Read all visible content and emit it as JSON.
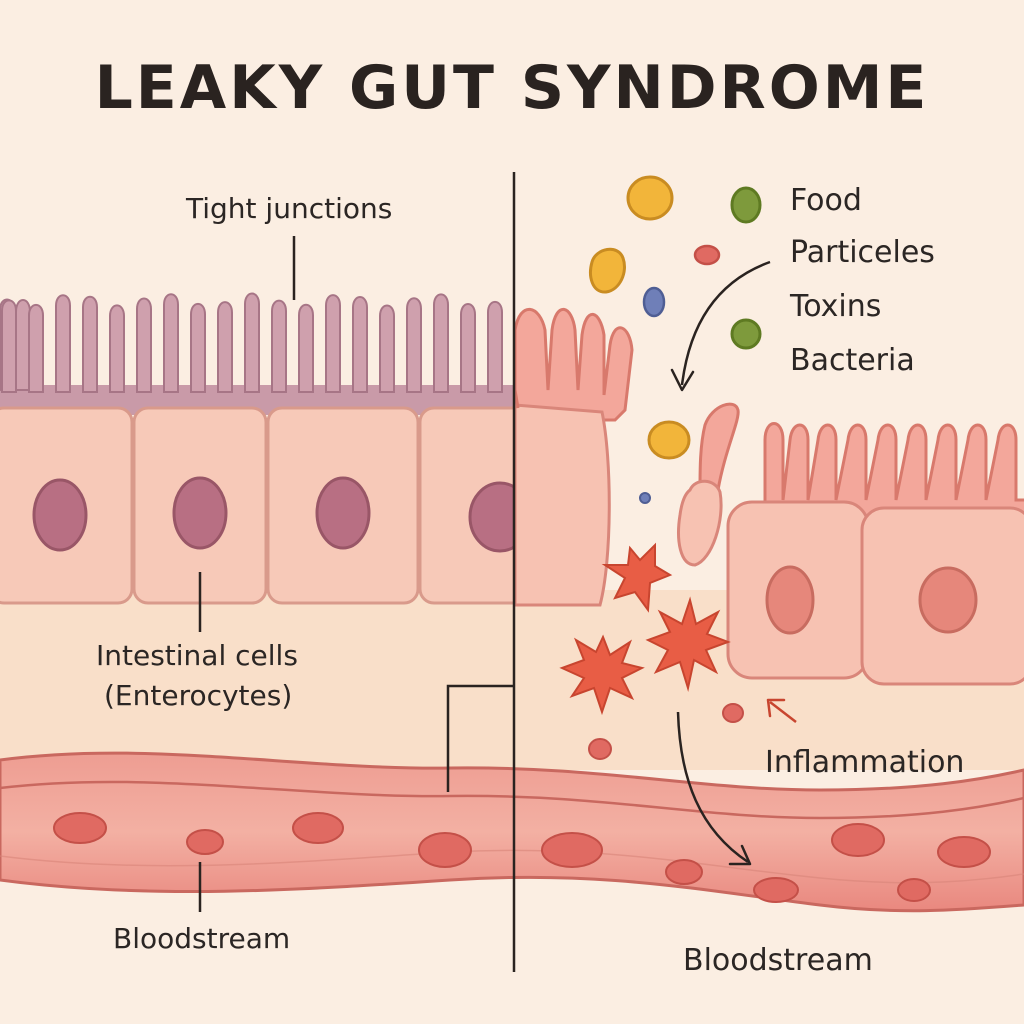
{
  "title": "LEAKY GUT SYNDROME",
  "healthy_side": {
    "tight_junctions_label": "Tight junctions",
    "cells_label_line1": "Intestinal cells",
    "cells_label_line2": "(Enterocytes)",
    "bloodstream_label": "Bloodstream"
  },
  "leaky_side": {
    "legend": [
      "Food",
      "Particeles",
      "Toxins",
      "Bacteria"
    ],
    "inflammation_label": "Inflammation",
    "bloodstream_label": "Bloodstream"
  },
  "colors": {
    "background": "#fbeee2",
    "villi_healthy": "#c89aa8",
    "cell_fill": "#f7c9b8",
    "nucleus": "#b86f83",
    "vessel": "#e98c83",
    "red_blood_cell": "#e06a62",
    "inflammation": "#e85d45",
    "particle_yellow": "#f2b53a",
    "particle_green": "#7e9a3c",
    "particle_blue": "#6f7fb8"
  }
}
